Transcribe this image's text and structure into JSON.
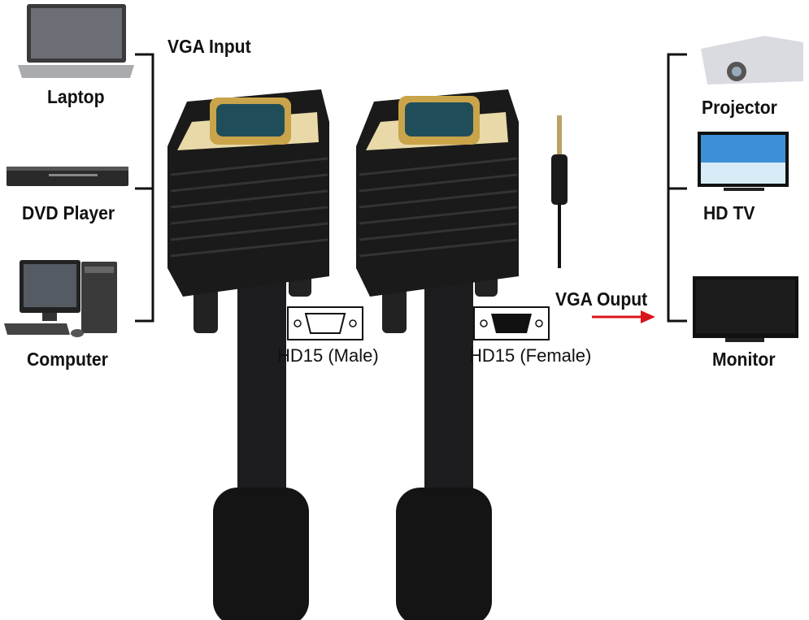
{
  "labels": {
    "vga_input": "VGA Input",
    "vga_output": "VGA Ouput",
    "male": "HD15 (Male)",
    "female": "HD15 (Female)"
  },
  "sources": [
    {
      "label": "Laptop",
      "icon": "laptop-icon"
    },
    {
      "label": "DVD Player",
      "icon": "dvd-player-icon"
    },
    {
      "label": "Computer",
      "icon": "computer-icon"
    }
  ],
  "outputs": [
    {
      "label": "Projector",
      "icon": "projector-icon"
    },
    {
      "label": "HD TV",
      "icon": "tv-icon"
    },
    {
      "label": "Monitor",
      "icon": "monitor-icon"
    }
  ],
  "colors": {
    "arrow": "#d9141b",
    "cable": "#1a1a1a",
    "gold": "#c9a44a"
  }
}
